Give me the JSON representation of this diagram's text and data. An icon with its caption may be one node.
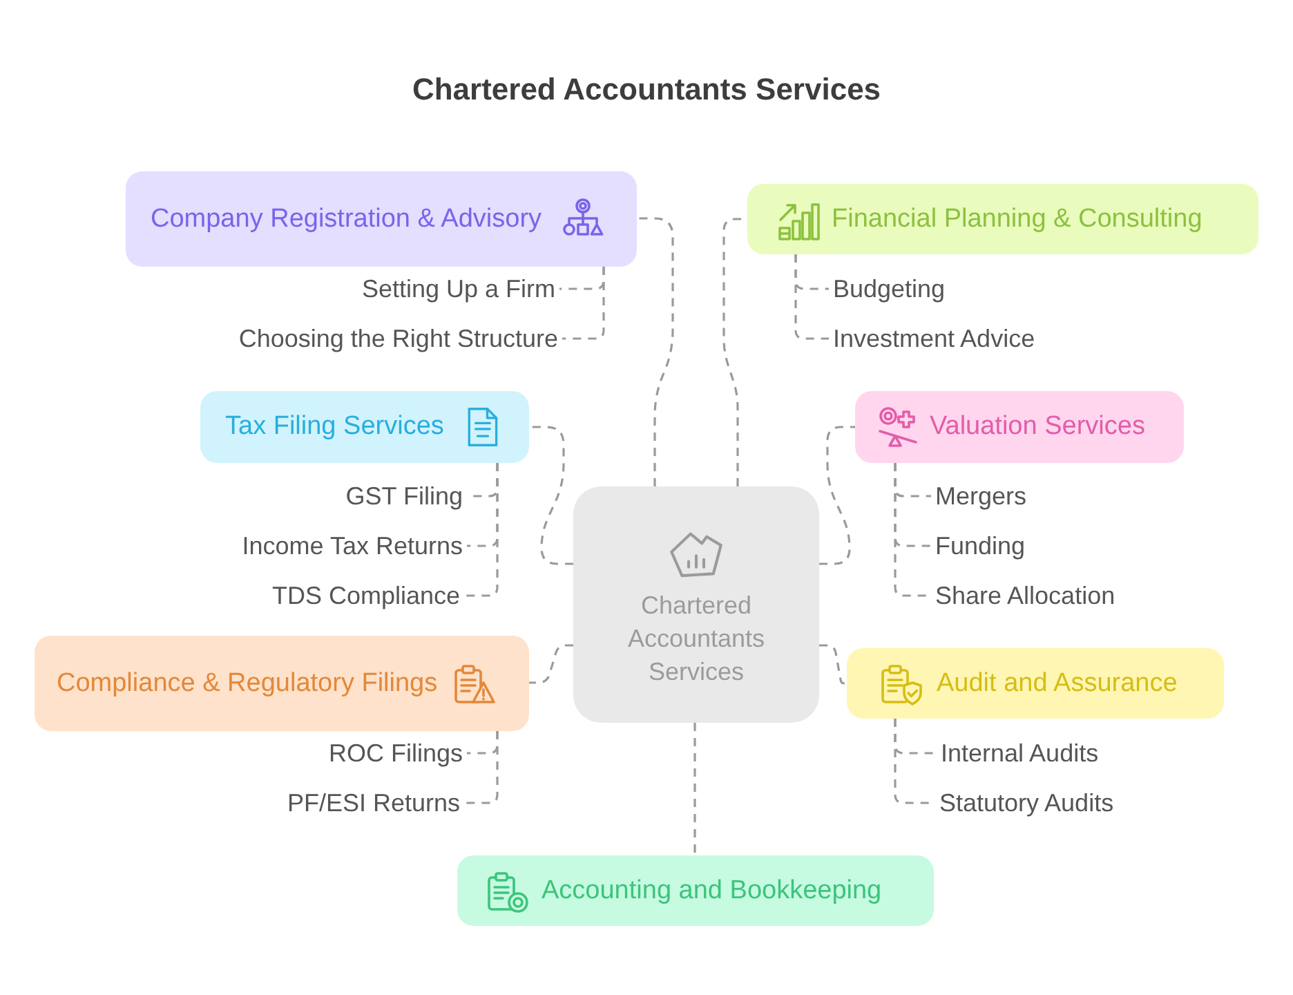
{
  "diagram": {
    "title": "Chartered Accountants Services",
    "nodes": [
      {
        "text": [
          "Chartered Accountants Services"
        ]
      },
      {
        "text": [
          "Company Registration & Advisory"
        ]
      },
      {
        "text": [
          "Setting Up a Firm"
        ]
      },
      {
        "text": [
          "Choosing the Right Structure"
        ]
      },
      {
        "text": [
          "Financial Planning & Consulting"
        ]
      },
      {
        "text": [
          "Budgeting"
        ]
      },
      {
        "text": [
          "Investment Advice"
        ]
      },
      {
        "text": [
          "Tax Filing Services"
        ]
      },
      {
        "text": [
          "GST Filing"
        ]
      },
      {
        "text": [
          "Income Tax Returns"
        ]
      },
      {
        "text": [
          "TDS Compliance"
        ]
      },
      {
        "text": [
          "Valuation Services"
        ]
      },
      {
        "text": [
          "Mergers"
        ]
      },
      {
        "text": [
          "Funding"
        ]
      },
      {
        "text": [
          "Share Allocation"
        ]
      },
      {
        "text": [
          "Compliance & Regulatory Filings"
        ]
      },
      {
        "text": [
          "ROC Filings"
        ]
      },
      {
        "text": [
          "PF/ESI Returns"
        ]
      },
      {
        "text": [
          "Audit and Assurance"
        ]
      },
      {
        "text": [
          "Internal Audits"
        ]
      },
      {
        "text": [
          "Statutory Audits"
        ]
      },
      {
        "text": [
          "Accounting and Bookkeeping"
        ]
      }
    ],
    "edges": [
      {
        "from": 0,
        "to": 1,
        "arrow": "none",
        "style": "dashed"
      },
      {
        "from": 1,
        "to": 2,
        "arrow": "none",
        "style": "dashed"
      },
      {
        "from": 1,
        "to": 3,
        "arrow": "none",
        "style": "dashed"
      },
      {
        "from": 0,
        "to": 4,
        "arrow": "none",
        "style": "dashed"
      },
      {
        "from": 4,
        "to": 5,
        "arrow": "none",
        "style": "dashed"
      },
      {
        "from": 4,
        "to": 6,
        "arrow": "none",
        "style": "dashed"
      },
      {
        "from": 0,
        "to": 7,
        "arrow": "none",
        "style": "dashed"
      },
      {
        "from": 7,
        "to": 8,
        "arrow": "none",
        "style": "dashed"
      },
      {
        "from": 7,
        "to": 9,
        "arrow": "none",
        "style": "dashed"
      },
      {
        "from": 7,
        "to": 10,
        "arrow": "none",
        "style": "dashed"
      },
      {
        "from": 0,
        "to": 11,
        "arrow": "none",
        "style": "dashed"
      },
      {
        "from": 11,
        "to": 12,
        "arrow": "none",
        "style": "dashed"
      },
      {
        "from": 11,
        "to": 13,
        "arrow": "none",
        "style": "dashed"
      },
      {
        "from": 11,
        "to": 14,
        "arrow": "none",
        "style": "dashed"
      },
      {
        "from": 0,
        "to": 15,
        "arrow": "none",
        "style": "dashed"
      },
      {
        "from": 15,
        "to": 16,
        "arrow": "none",
        "style": "dashed"
      },
      {
        "from": 15,
        "to": 17,
        "arrow": "none",
        "style": "dashed"
      },
      {
        "from": 0,
        "to": 18,
        "arrow": "none",
        "style": "dashed"
      },
      {
        "from": 18,
        "to": 19,
        "arrow": "none",
        "style": "dashed"
      },
      {
        "from": 18,
        "to": 20,
        "arrow": "none",
        "style": "dashed"
      },
      {
        "from": 0,
        "to": 21,
        "arrow": "none",
        "style": "dashed"
      }
    ]
  }
}
